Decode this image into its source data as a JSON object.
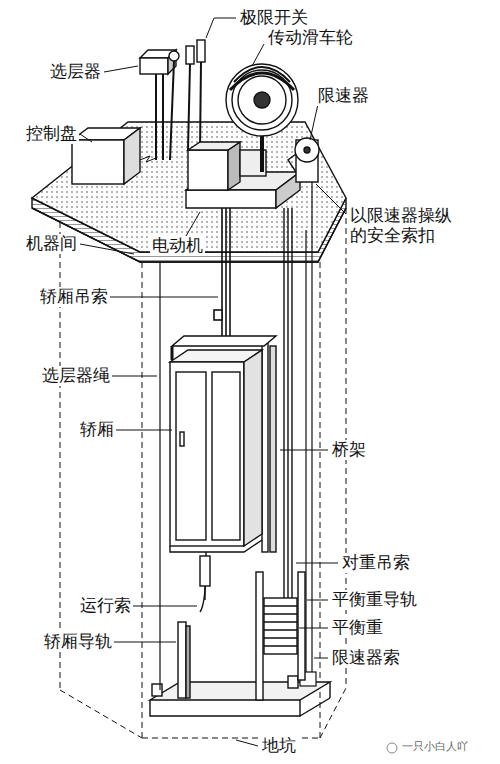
{
  "diagram": {
    "labels": [
      "极限开关",
      "选层器",
      "传动滑车轮",
      "控制盘",
      "限速器",
      "以限速器操纵 的安全索扣",
      "机器间",
      "电动机",
      "轿厢吊索",
      "选层器绳",
      "轿厢",
      "桥架",
      "对重吊索",
      "运行索",
      "平衡重导轨",
      "轿厢导轨",
      "平衡重",
      "限速器索",
      "地坑",
      "一只小白人吖"
    ]
  }
}
